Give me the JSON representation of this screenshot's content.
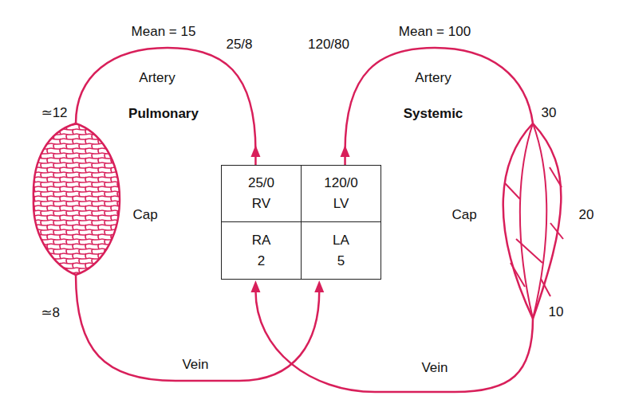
{
  "diagram": {
    "nodes": [
      {
        "text": [
          "25/0",
          "RV"
        ]
      },
      {
        "text": [
          "120/0",
          "LV"
        ]
      },
      {
        "text": [
          "RA",
          "2"
        ]
      },
      {
        "text": [
          "LA",
          "5"
        ]
      }
    ],
    "edges": [
      {
        "from": 0,
        "to": 3,
        "arrow": "to"
      },
      {
        "from": 1,
        "to": 2,
        "arrow": "to"
      }
    ],
    "labels": [
      "Mean = 15",
      "25/8",
      "Artery",
      "Pulmonary",
      "≃12",
      "Cap",
      "≃8",
      "Vein",
      "Mean = 100",
      "120/80",
      "Artery",
      "Systemic",
      "30",
      "Cap",
      "20",
      "10",
      "Vein"
    ]
  }
}
